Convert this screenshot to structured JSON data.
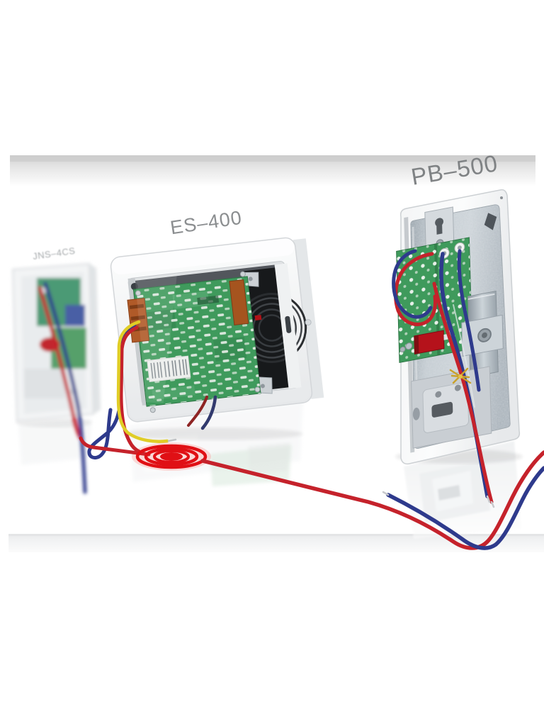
{
  "scene": {
    "description": "Product photo diagram of three door-release / interphone units connected by wires on a white studio background with reflections",
    "background": "#ffffff"
  },
  "devices": [
    {
      "label": "JNS–4CS",
      "position": "left",
      "appearance": "blurred white wall panel with green circuit modules, red and blue wires running down"
    },
    {
      "label": "ES–400",
      "position": "center",
      "appearance": "opened white enclosure showing a green PCB with orange terminal blocks, barcode label and a round black speaker"
    },
    {
      "label": "PB–500",
      "position": "right",
      "appearance": "white-framed metal back panel with green terminal PCB, red micro-switch, metal lock bracket, strike plate and red/blue wiring"
    }
  ],
  "wires": {
    "red_run": "from left panel and ES–400 terminal down through a coiled red loop, sweeping right along the floor and hooking up at bottom right",
    "blue_run": "slack loop below ES–400 and a second blue lead sweeping right along the floor parallel to the red one",
    "yellow_lead": "short yellow lead from ES–400 terminal ending with a bare tip",
    "pb_pair": "red and blue pair from PB–500 terminals, bound with a gold twist tie, hanging below the unit with bare tips"
  },
  "colors": {
    "wire_red": "#c5222b",
    "wire_blue": "#2e3a8c",
    "wire_yellow": "#e0cd26",
    "wire_navy": "#323a6e",
    "wire_maroon": "#8e2424",
    "coil_red": "#e01015",
    "pcb_green": "#3f9a5c",
    "connector_orange": "#b05a28",
    "metal_silver": "#b7c0c8",
    "gold_tie": "#c9a22c",
    "label_gray": "#8b8e90",
    "band_top_gray": "#d2d2d2",
    "band_bottom_gray": "#f0f1f2"
  }
}
